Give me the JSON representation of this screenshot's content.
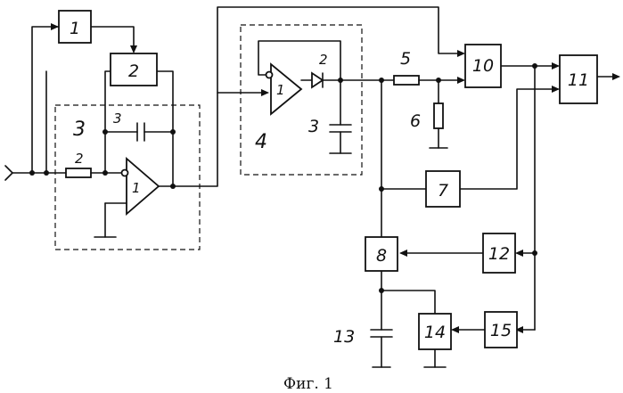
{
  "caption": "Фиг. 1",
  "blocks": {
    "b1": "1",
    "b2": "2",
    "b7": "7",
    "b8": "8",
    "b10": "10",
    "b11": "11",
    "b12": "12",
    "b14": "14",
    "b15": "15"
  },
  "groups": {
    "g3": "3",
    "g4": "4"
  },
  "components": {
    "g3_resistor": "2",
    "g3_capacitor": "3",
    "g3_opamp": "1",
    "g4_opamp": "1",
    "g4_diode": "2",
    "g4_capacitor": "3",
    "resistor5": "5",
    "resistor6": "6",
    "capacitor13": "13"
  }
}
